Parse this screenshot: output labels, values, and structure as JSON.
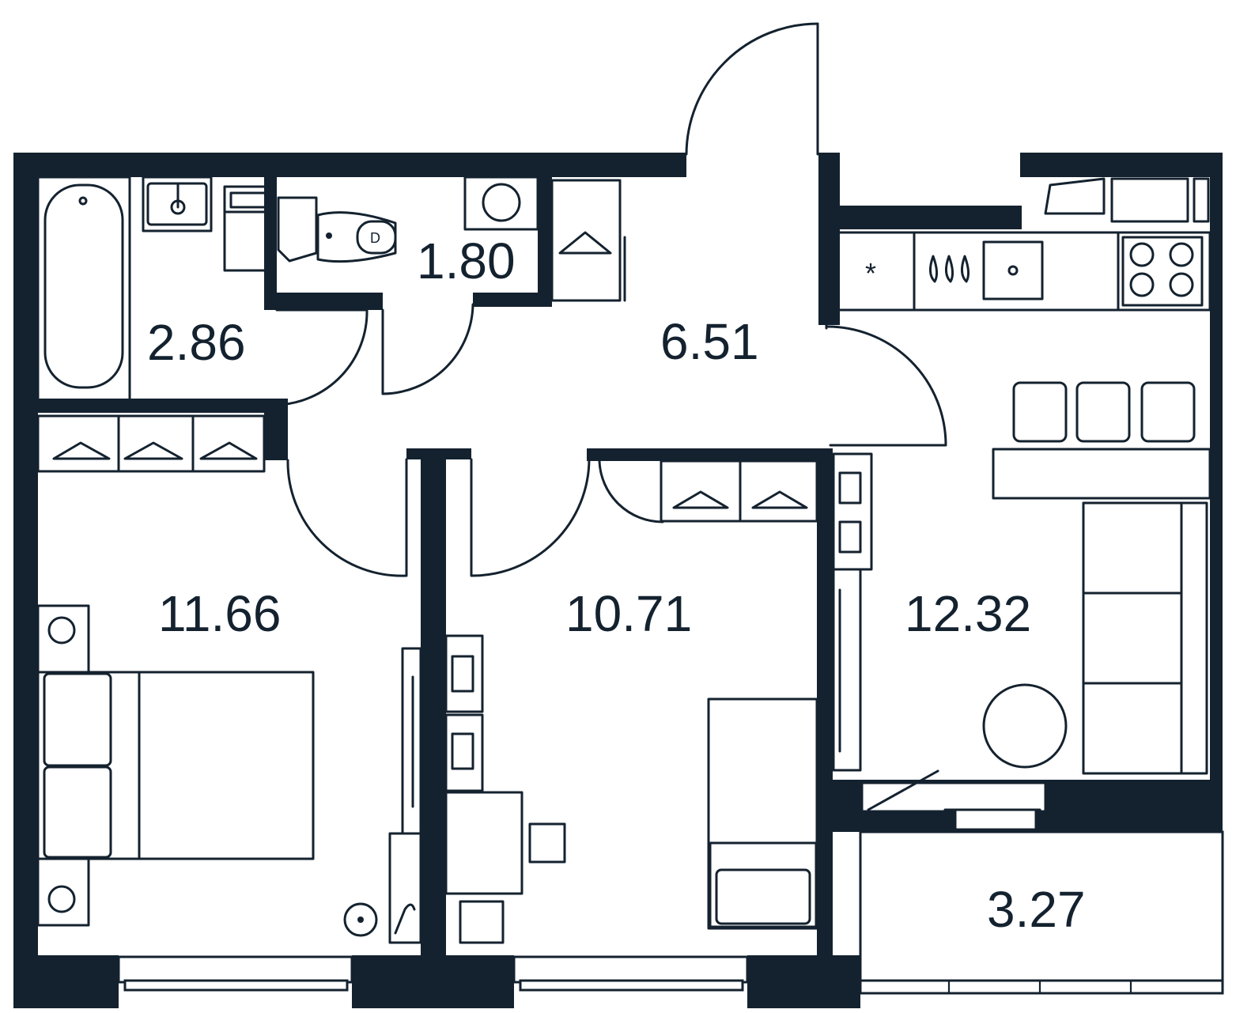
{
  "plan": {
    "colors": {
      "wall": "#14222f",
      "background": "#ffffff"
    },
    "rooms": [
      {
        "id": "bathroom",
        "area": "2.86"
      },
      {
        "id": "toilet",
        "area": "1.80"
      },
      {
        "id": "hallway",
        "area": "6.51"
      },
      {
        "id": "bedroom",
        "area": "11.66"
      },
      {
        "id": "room",
        "area": "10.71"
      },
      {
        "id": "kitchen-living",
        "area": "12.32"
      },
      {
        "id": "balcony",
        "area": "3.27"
      }
    ],
    "icons": [
      "bathtub-icon",
      "sink-icon",
      "washing-machine-icon",
      "toilet-icon",
      "hanger-icon",
      "stove-icon",
      "fridge-icon",
      "bed-icon",
      "table-icon",
      "chair-icon",
      "sofa-icon",
      "window-icon",
      "door-icon"
    ]
  }
}
